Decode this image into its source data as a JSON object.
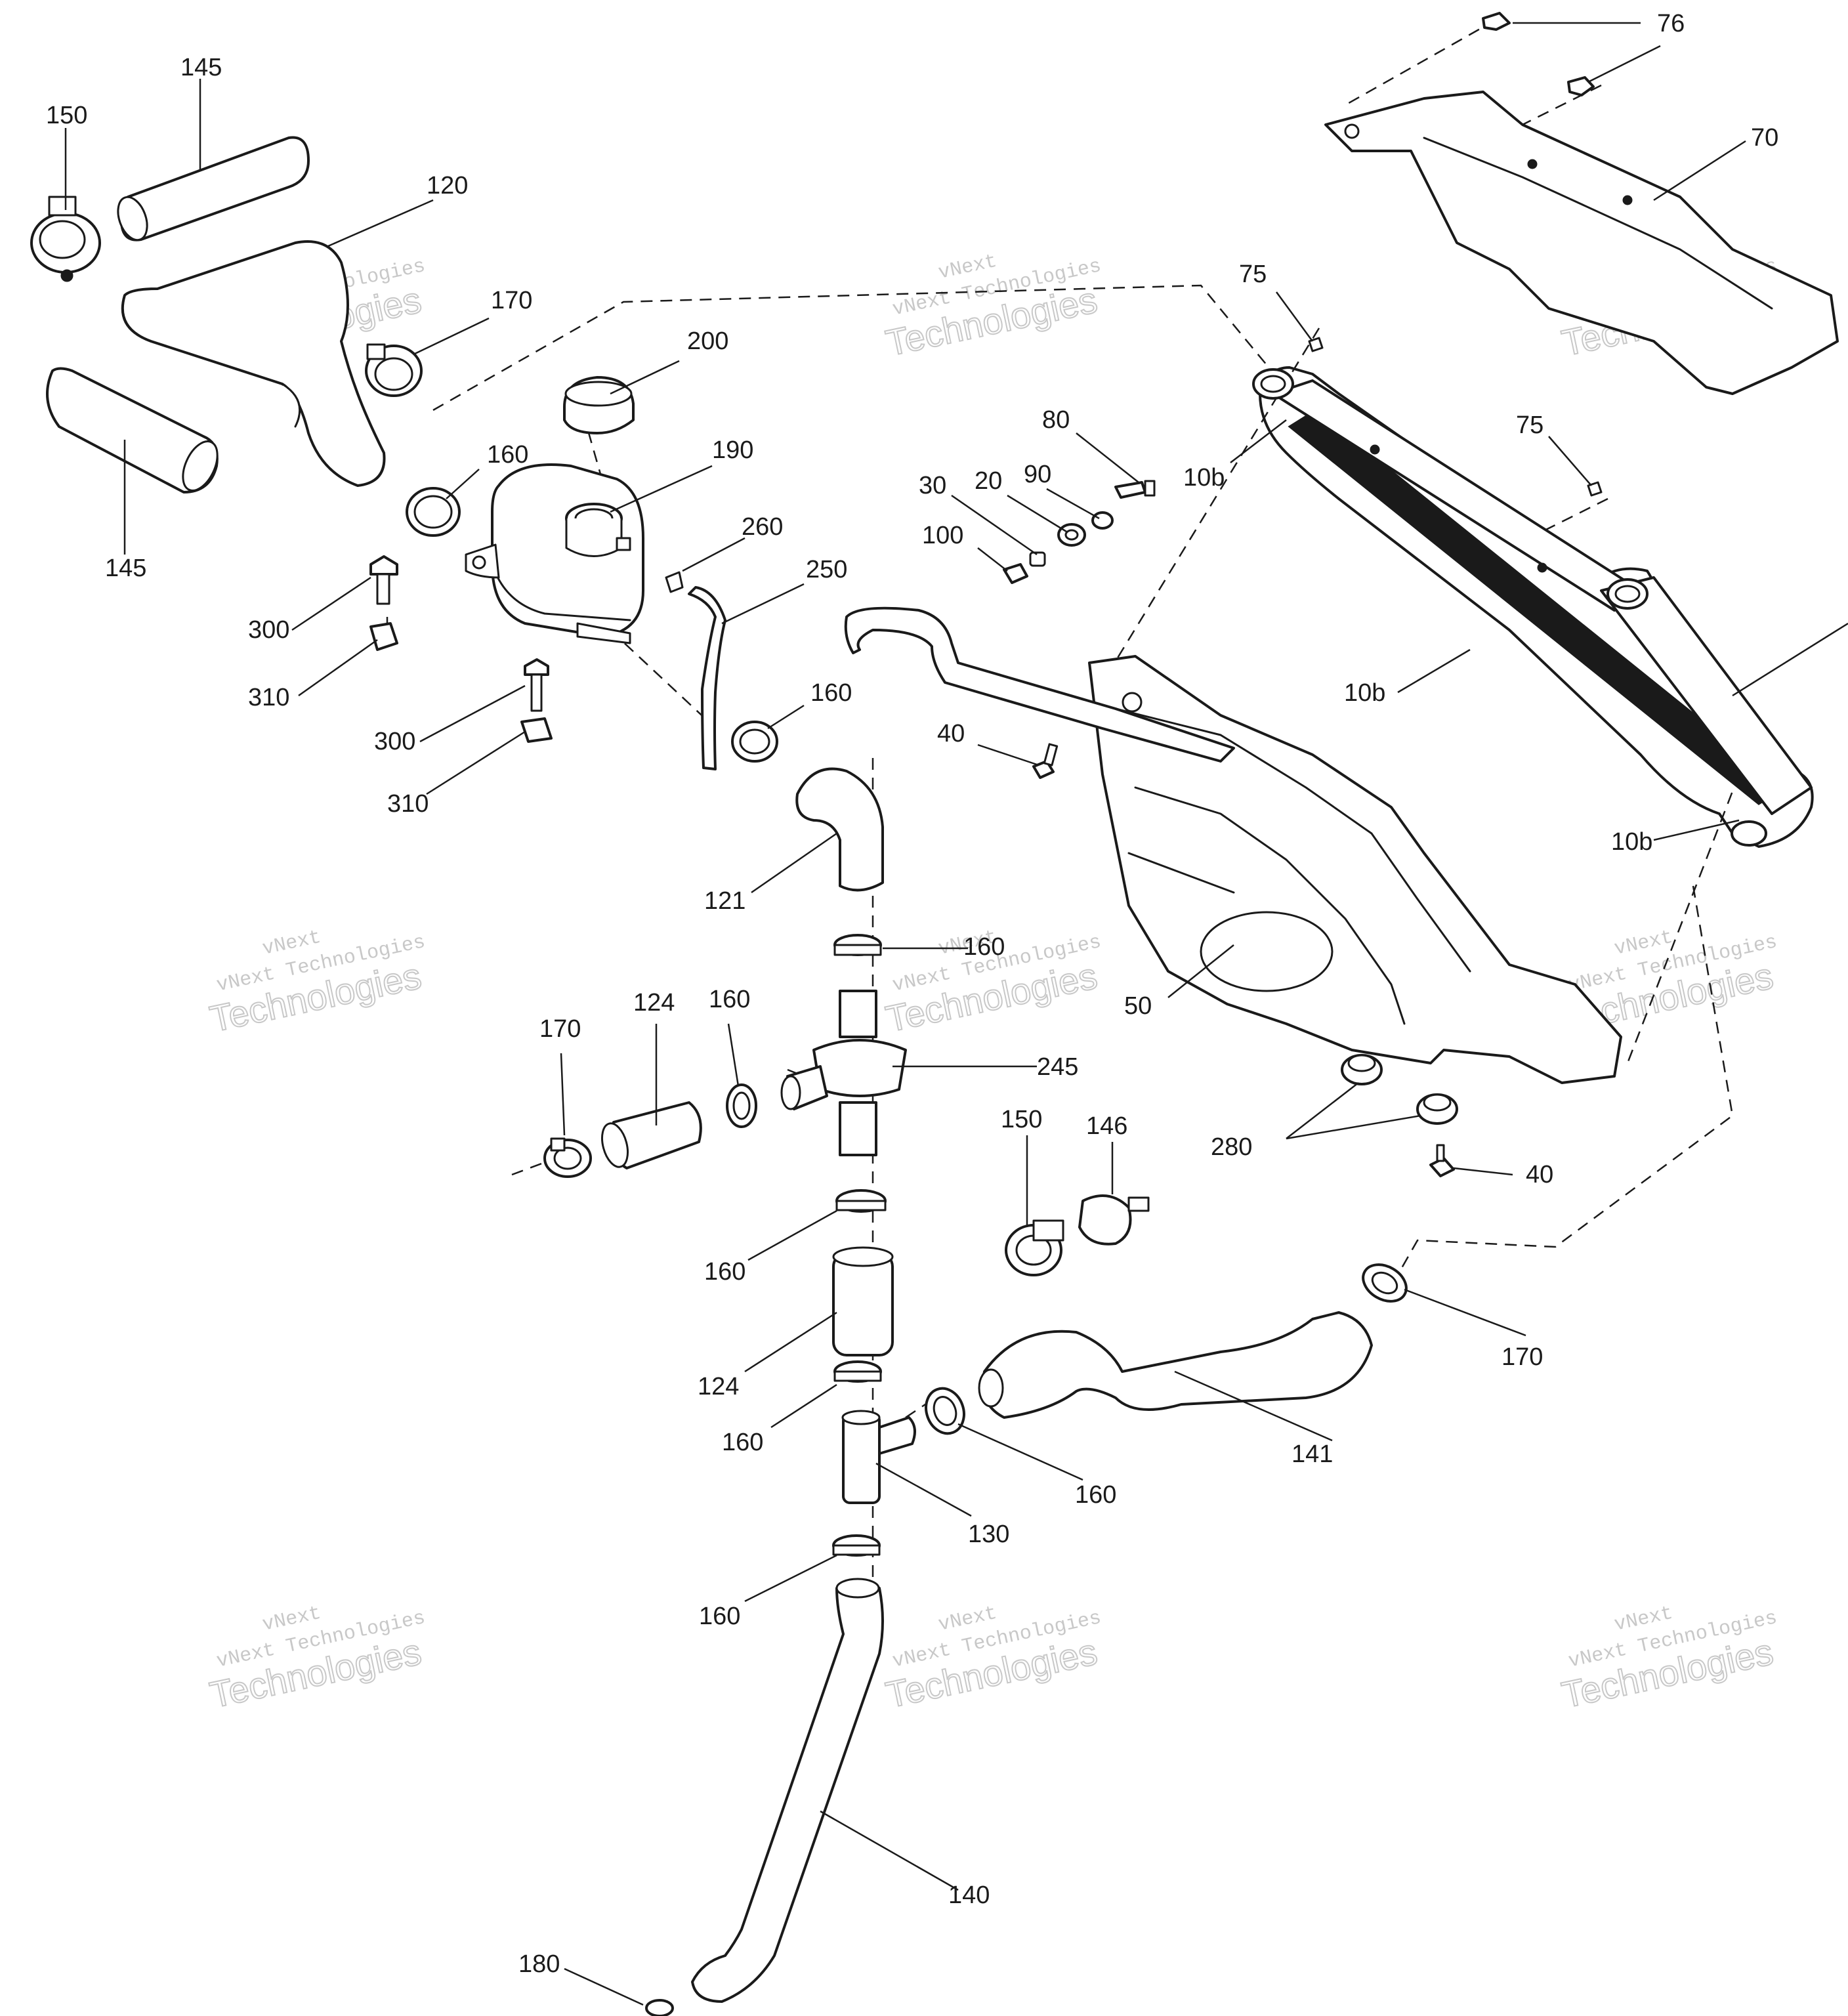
{
  "watermark": {
    "line1": "vNext",
    "line2": "vNext Technologies",
    "line3": "Technologies"
  },
  "callouts": {
    "c145a": "145",
    "c150a": "150",
    "c120": "120",
    "c170a": "170",
    "c145b": "145",
    "c200": "200",
    "c160a": "160",
    "c190": "190",
    "c260": "260",
    "c250": "250",
    "c300a": "300",
    "c310a": "310",
    "c300b": "300",
    "c310b": "310",
    "c160b": "160",
    "c121": "121",
    "c160c": "160",
    "c170b": "170",
    "c124a": "124",
    "c160d": "160",
    "c245": "245",
    "c160e": "160",
    "c124b": "124",
    "c160f": "160",
    "c130": "130",
    "c160g": "160",
    "c160h": "160",
    "c140": "140",
    "c180": "180",
    "c76": "76",
    "c70": "70",
    "c75a": "75",
    "c75b": "75",
    "c80": "80",
    "c10ba": "10b",
    "c30": "30",
    "c20": "20",
    "c90": "90",
    "c100": "100",
    "c10bb": "10b",
    "c10bc": "10b",
    "c40a": "40",
    "c50": "50",
    "c280": "280",
    "c40b": "40",
    "c150b": "150",
    "c146": "146",
    "c170c": "170",
    "c141": "141"
  }
}
